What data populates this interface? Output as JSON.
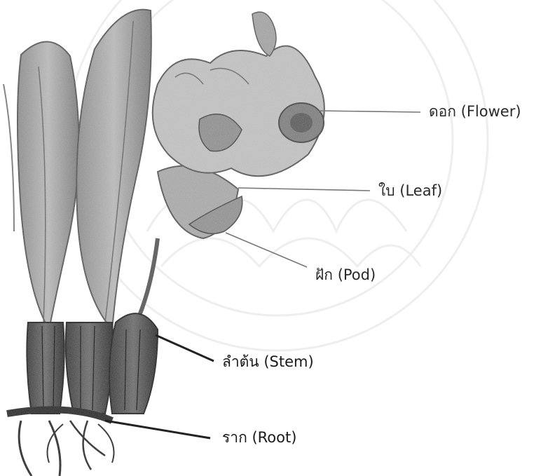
{
  "diagram": {
    "parts": [
      {
        "id": "flower",
        "label": "ดอก (Flower)"
      },
      {
        "id": "leaf",
        "label": "ใบ (Leaf)"
      },
      {
        "id": "pod",
        "label": "ฝัก (Pod)"
      },
      {
        "id": "stem",
        "label": "ลำต้น (Stem)"
      },
      {
        "id": "root",
        "label": "ราก (Root)"
      }
    ]
  }
}
